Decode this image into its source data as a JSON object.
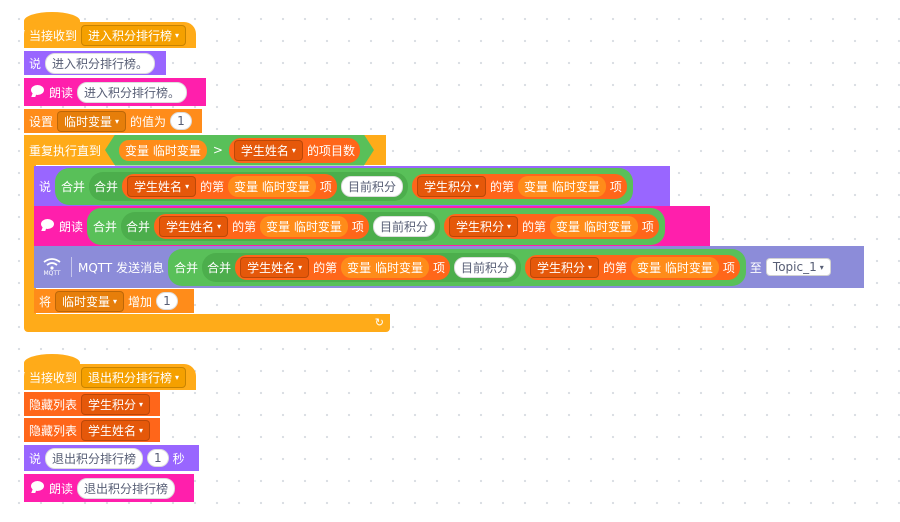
{
  "script1": {
    "hat": {
      "label": "当接收到",
      "message": "进入积分排行榜"
    },
    "say1": {
      "label": "说",
      "text": "进入积分排行榜。"
    },
    "tts1": {
      "label": "朗读",
      "text": "进入积分排行榜。"
    },
    "set": {
      "label": "设置",
      "var": "临时变量",
      "mid": "的值为",
      "value": "1"
    },
    "repeat": {
      "label": "重复执行直到",
      "lhs": "变量 临时变量",
      "op": ">",
      "list": "学生姓名",
      "rhs_suffix": "的项目数"
    },
    "say2": {
      "label": "说",
      "join1": "合并",
      "join2": "合并",
      "list1": "学生姓名",
      "of1": "的第",
      "var1": "变量 临时变量",
      "item1": "项",
      "str": "目前积分",
      "list2": "学生积分",
      "of2": "的第",
      "var2": "变量 临时变量",
      "item2": "项"
    },
    "tts2": {
      "label": "朗读",
      "join1": "合并",
      "join2": "合并",
      "list1": "学生姓名",
      "of1": "的第",
      "var1": "变量 临时变量",
      "item1": "项",
      "str": "目前积分",
      "list2": "学生积分",
      "of2": "的第",
      "var2": "变量 临时变量",
      "item2": "项"
    },
    "mqtt": {
      "icon_text": "MQTT",
      "label": "MQTT 发送消息",
      "join1": "合并",
      "join2": "合并",
      "list1": "学生姓名",
      "of1": "的第",
      "var1": "变量 临时变量",
      "item1": "项",
      "str": "目前积分",
      "list2": "学生积分",
      "of2": "的第",
      "var2": "变量 临时变量",
      "item2": "项",
      "to": "至",
      "topic": "Topic_1"
    },
    "change": {
      "label": "将",
      "var": "临时变量",
      "mid": "增加",
      "value": "1"
    },
    "loop_arrow": "↻"
  },
  "script2": {
    "hat": {
      "label": "当接收到",
      "message": "退出积分排行榜"
    },
    "hide1": {
      "label": "隐藏列表",
      "list": "学生积分"
    },
    "hide2": {
      "label": "隐藏列表",
      "list": "学生姓名"
    },
    "say": {
      "label": "说",
      "text": "退出积分排行榜",
      "value": "1",
      "unit": "秒"
    },
    "tts": {
      "label": "朗读",
      "text": "退出积分排行榜"
    }
  },
  "dropdown_arrow": "▾",
  "colors": {
    "events": "#ffab19",
    "looks": "#9966ff",
    "tts": "#ff1fac",
    "variables": "#ff8c1a",
    "lists": "#ff661a",
    "operators": "#59c059",
    "iot": "#8c8cd9"
  }
}
